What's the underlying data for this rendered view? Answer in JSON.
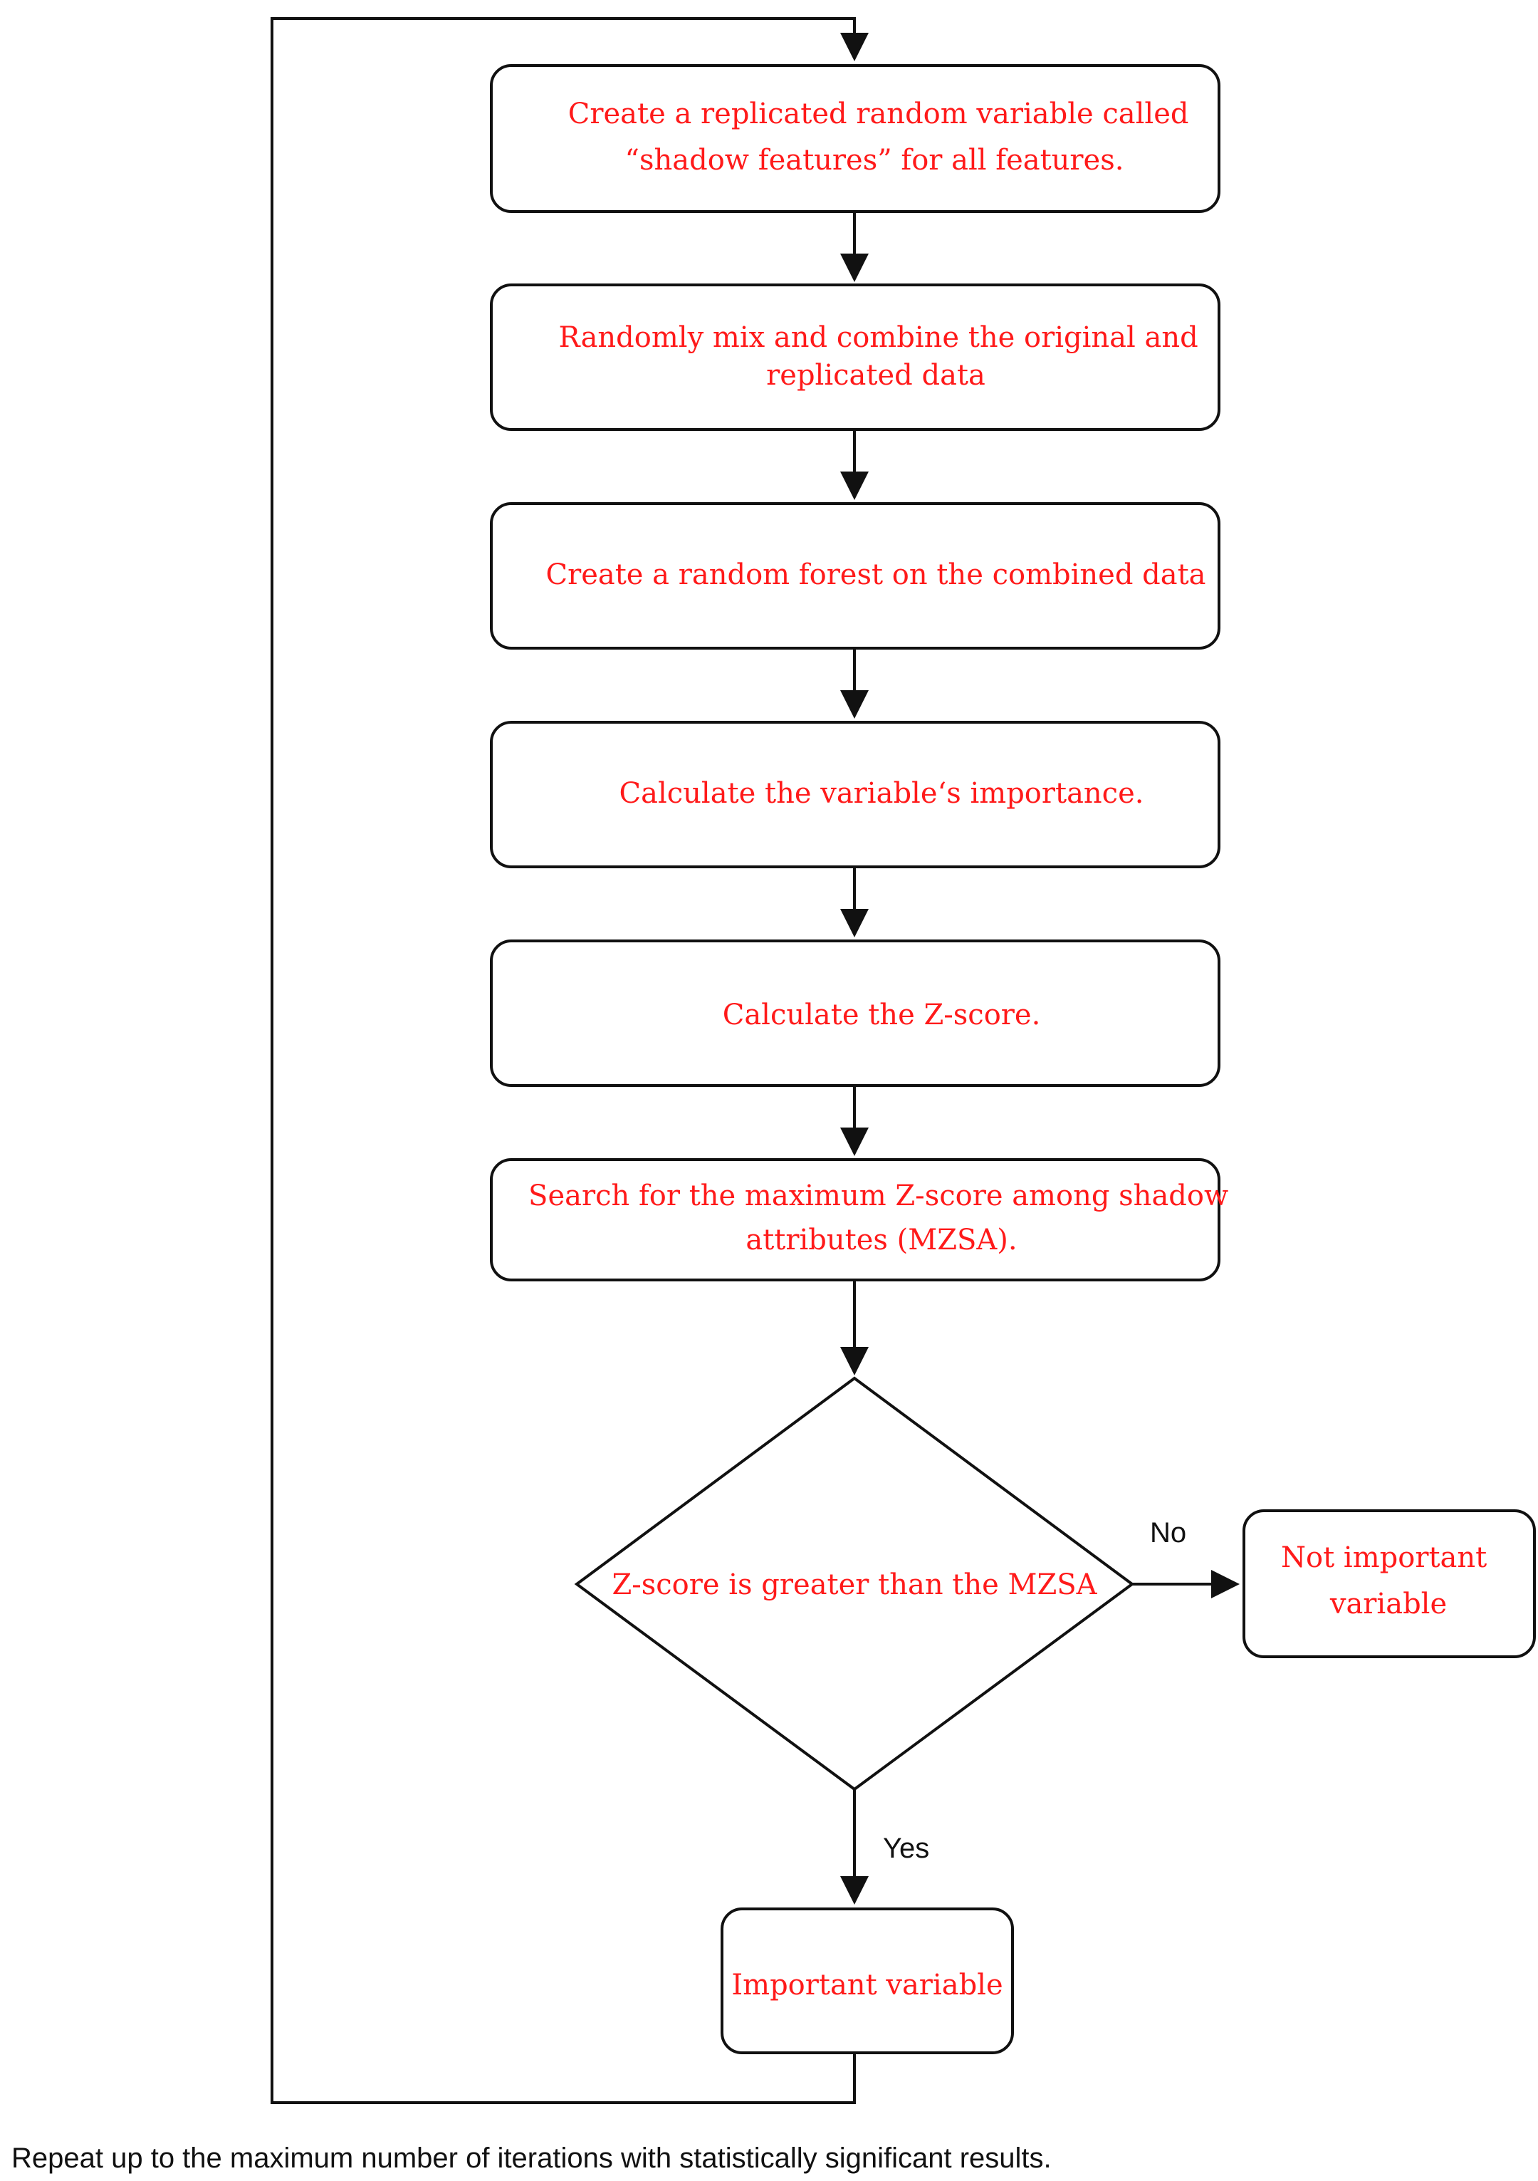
{
  "steps": [
    {
      "lines": [
        "Create a replicated random variable called",
        "“shadow features”  for all features."
      ]
    },
    {
      "lines": [
        "Randomly mix and combine the original and",
        "replicated data"
      ]
    },
    {
      "lines": [
        "Create a random forest on the combined data"
      ]
    },
    {
      "lines": [
        "Calculate the variable‘s importance."
      ]
    },
    {
      "lines": [
        "Calculate the Z-score."
      ]
    },
    {
      "lines": [
        "Search for the maximum Z-score among shadow",
        "attributes (MZSA)."
      ]
    }
  ],
  "decision": {
    "text": "Z-score is greater than the MZSA"
  },
  "branch_no": {
    "label": "No",
    "lines": [
      "Not important",
      "variable"
    ]
  },
  "branch_yes": {
    "label": "Yes",
    "lines": [
      "Important variable"
    ]
  },
  "footer": "Repeat up to the maximum number of iterations with statistically significant results.",
  "colors": {
    "box_text": "#ff1a1a",
    "stroke": "#111111"
  }
}
